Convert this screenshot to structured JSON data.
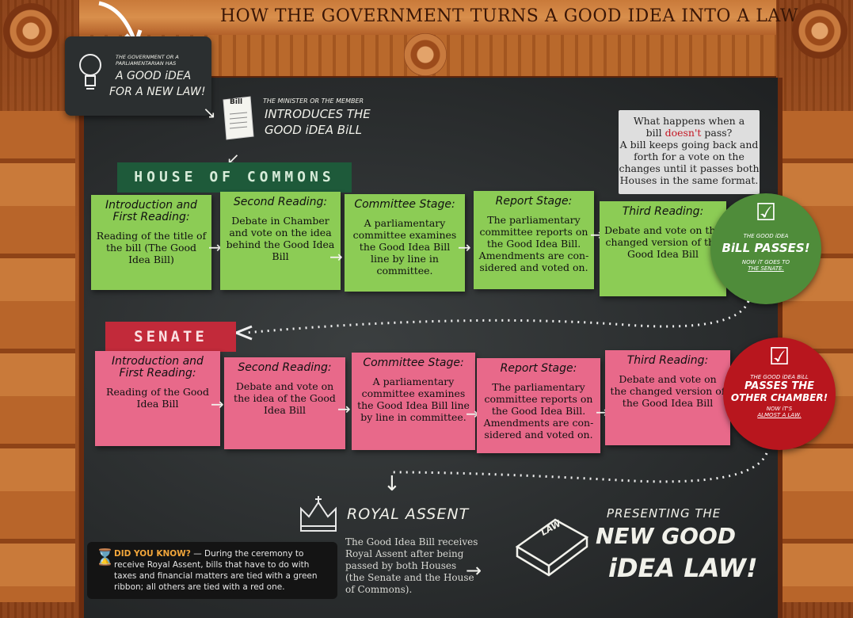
{
  "title": "HOW THE GOVERNMENT TURNS A GOOD IDEA INTO A LAW",
  "idea_card": {
    "small": "THE GOVERNMENT OR A PARLIAMENTARIAN HAS",
    "main_line1": "A GOOD iDEA",
    "main_line2": "FOR A NEW LAW!"
  },
  "introduce": {
    "bill_icon_label": "Bill",
    "small": "THE MINISTER OR THE MEMBER",
    "line1": "INTRODUCES THE",
    "line2": "GOOD iDEA BiLL"
  },
  "house_of_commons": {
    "label": "HOUSE OF COMMONS",
    "steps": [
      {
        "heading": "Introduction and First Reading:",
        "body": "Reading of the title of the bill (The Good Idea Bill)"
      },
      {
        "heading": "Second Reading:",
        "body": "Debate in Chamber and vote on the idea behind the Good Idea Bill"
      },
      {
        "heading": "Committee Stage:",
        "body": "A parliamentary committee examines the Good Idea Bill line by line in committee."
      },
      {
        "heading": "Report Stage:",
        "body": "The parliamentary committee reports on the Good Idea Bill. Amendments are con-sidered and voted on."
      },
      {
        "heading": "Third Reading:",
        "body": "Debate and vote on the changed version of the Good Idea Bill"
      }
    ],
    "passes": {
      "small": "THE GOOD iDEA",
      "main": "BiLL PASSES!",
      "sub1": "NOW iT GOES TO",
      "sub2": "THE SENATE."
    }
  },
  "senate": {
    "label": "SENATE",
    "steps": [
      {
        "heading": "Introduction and First Reading:",
        "body": "Reading of the Good Idea Bill"
      },
      {
        "heading": "Second Reading:",
        "body": "Debate and vote on the idea of the Good Idea Bill"
      },
      {
        "heading": "Committee Stage:",
        "body": "A parliamentary committee examines the Good Idea Bill line by line in committee."
      },
      {
        "heading": "Report Stage:",
        "body": "The parliamentary committee reports on the Good Idea Bill. Amendments are con-sidered and voted on."
      },
      {
        "heading": "Third Reading:",
        "body": "Debate and vote on the changed version of the Good Idea Bill"
      }
    ],
    "passes": {
      "small": "THE GOOD iDEA BiLL",
      "main1": "PASSES THE",
      "main2": "OTHER CHAMBER!",
      "sub1": "NOW iT'S",
      "sub2": "ALMOST A LAW."
    }
  },
  "info": {
    "line1": "What happens when a",
    "line2_pre": "bill ",
    "line2_neg": "doesn't",
    "line2_post": " pass?",
    "body": "A bill keeps going back and forth for a vote on the changes until it passes both Houses in the same format."
  },
  "royal_assent": {
    "title": "ROYAL ASSENT",
    "body": "The Good Idea Bill receives Royal Assent after being passed by both Houses (the Senate and the House of Commons)."
  },
  "new_law": {
    "book_label": "LAW",
    "line1": "PRESENTING THE",
    "line2": "NEW GOOD",
    "line3": "iDEA LAW!"
  },
  "did_you_know": {
    "label": "DID YOU KNOW?",
    "text": " — During the ceremony to receive Royal Assent, bills that have to do with taxes and financial matters are tied with a green ribbon; all others are tied with a red one."
  }
}
